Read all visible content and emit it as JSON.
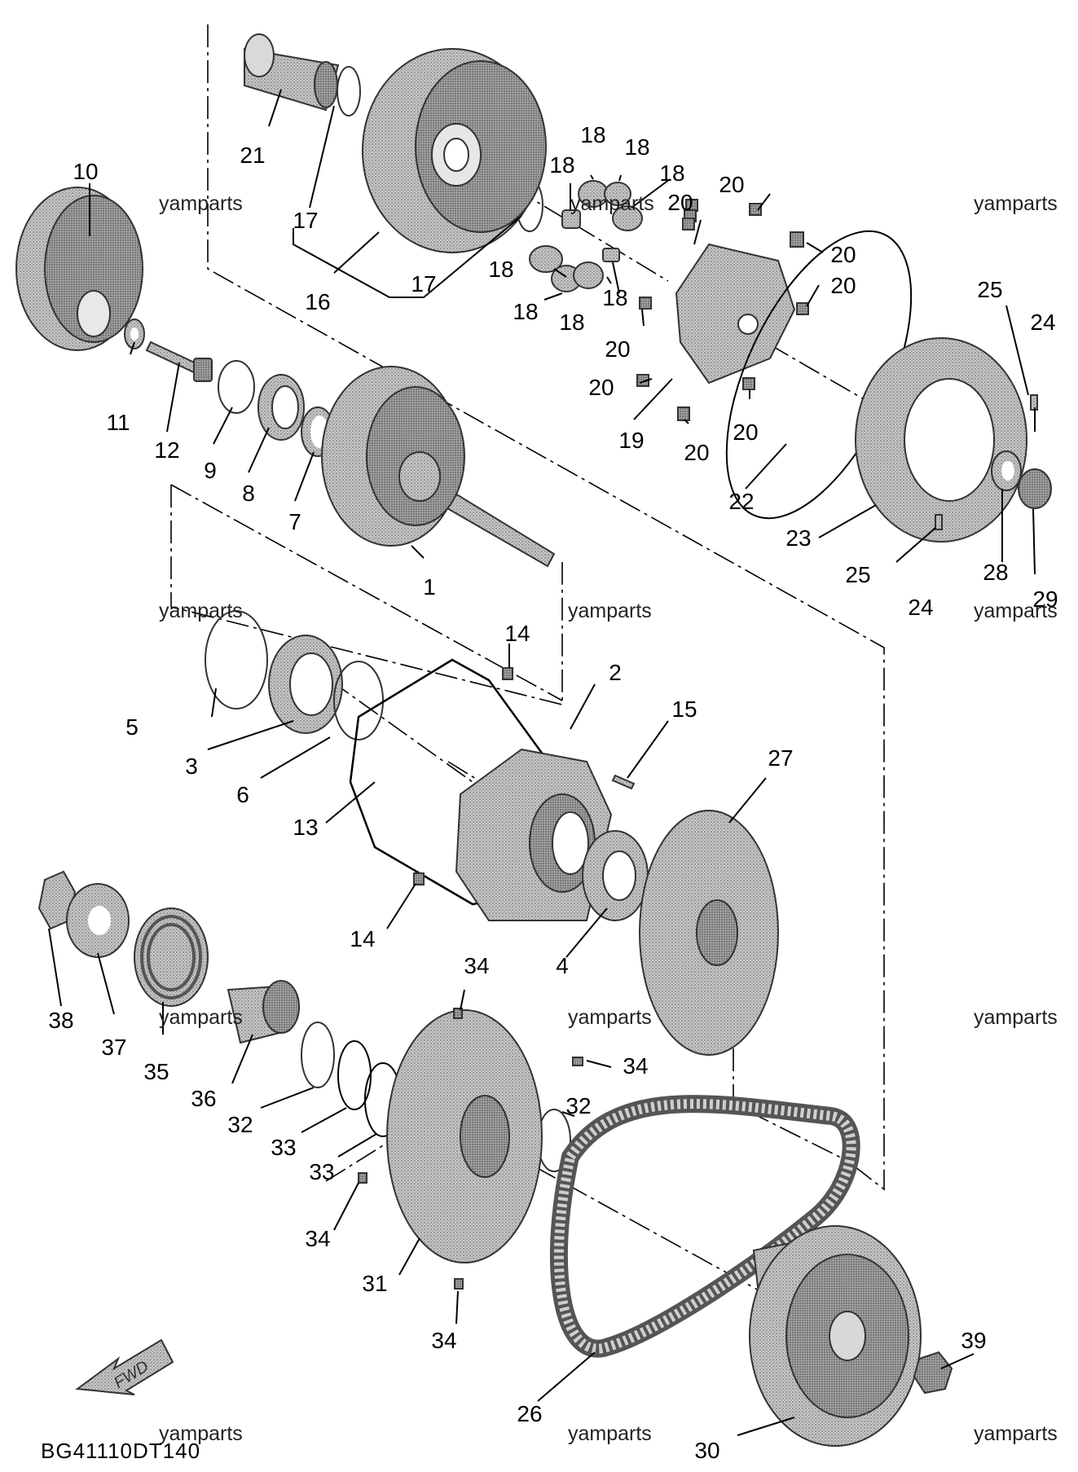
{
  "diagram_code": "BG41110DT140",
  "watermark": "yamparts",
  "fwd_label": "FWD",
  "callouts": {
    "c1": "1",
    "c2": "2",
    "c3": "3",
    "c4": "4",
    "c5": "5",
    "c6": "6",
    "c7": "7",
    "c8": "8",
    "c9": "9",
    "c10": "10",
    "c11": "11",
    "c12": "12",
    "c13": "13",
    "c14a": "14",
    "c14b": "14",
    "c15": "15",
    "c16": "16",
    "c17a": "17",
    "c17b": "17",
    "c18a": "18",
    "c18b": "18",
    "c18c": "18",
    "c18d": "18",
    "c18e": "18",
    "c18f": "18",
    "c18g": "18",
    "c18h": "18",
    "c19": "19",
    "c20a": "20",
    "c20b": "20",
    "c20c": "20",
    "c20d": "20",
    "c20e": "20",
    "c20f": "20",
    "c20g": "20",
    "c20h": "20",
    "c21": "21",
    "c22": "22",
    "c23": "23",
    "c24a": "24",
    "c24b": "24",
    "c25a": "25",
    "c25b": "25",
    "c26": "26",
    "c27": "27",
    "c28": "28",
    "c29": "29",
    "c30": "30",
    "c31": "31",
    "c32a": "32",
    "c32b": "32",
    "c33a": "33",
    "c33b": "33",
    "c34a": "34",
    "c34b": "34",
    "c34c": "34",
    "c34d": "34",
    "c35": "35",
    "c36": "36",
    "c37": "37",
    "c38": "38",
    "c39": "39"
  },
  "colors": {
    "part_fill": "#b9b9b9",
    "part_dark": "#8c8c8c",
    "line": "#000000",
    "background": "#ffffff"
  }
}
